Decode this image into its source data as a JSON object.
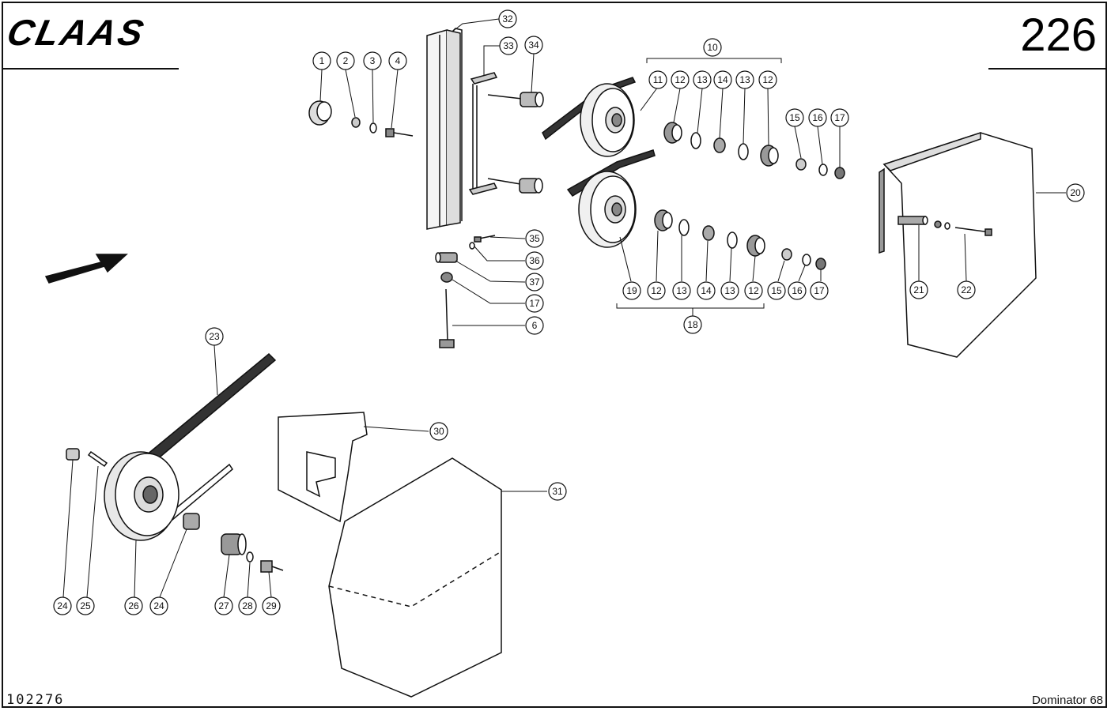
{
  "header": {
    "brand": "CLAAS",
    "page_number": "226"
  },
  "footer": {
    "drawing_number": "102276",
    "model": "Dominator 68"
  },
  "callouts": {
    "c1": "1",
    "c2": "2",
    "c3": "3",
    "c4": "4",
    "c32": "32",
    "c33": "33",
    "c34": "34",
    "c10": "10",
    "c11": "11",
    "c12a": "12",
    "c13a": "13",
    "c14a": "14",
    "c13b": "13",
    "c12b": "12",
    "c15a": "15",
    "c16a": "16",
    "c17a": "17",
    "c20": "20",
    "c21": "21",
    "c22": "22",
    "c35": "35",
    "c36": "36",
    "c37": "37",
    "c17b": "17",
    "c6": "6",
    "c19": "19",
    "c12c": "12",
    "c13c": "13",
    "c14b": "14",
    "c13d": "13",
    "c12d": "12",
    "c15b": "15",
    "c16b": "16",
    "c17c": "17",
    "c18": "18",
    "c23": "23",
    "c30": "30",
    "c31": "31",
    "c24a": "24",
    "c25": "25",
    "c26": "26",
    "c24b": "24",
    "c27": "27",
    "c28": "28",
    "c29": "29"
  },
  "colors": {
    "ink": "#111111",
    "paper": "#ffffff",
    "shade": "#cfcfcf"
  }
}
